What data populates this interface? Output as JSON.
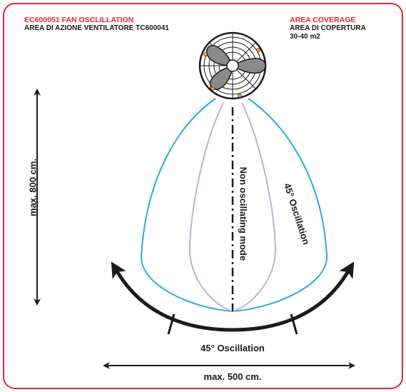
{
  "header_left": {
    "title": "EC600051 FAN OSCLILLATION",
    "subtitle": "AREA DI AZIONE VENTILATORE TC600041"
  },
  "header_right": {
    "title": "AREA COVERAGE",
    "subtitle": "AREA DI COPERTURA",
    "value": "30-40 m2"
  },
  "labels": {
    "max_depth": "max. 800 cm.",
    "max_width": "max. 500 cm.",
    "non_oscillating": "Non oscillating mode",
    "oscillation_side": "45° Oscillation",
    "oscillation_bottom": "45° Oscillation"
  },
  "colors": {
    "frame": "#e8262e",
    "accent_red": "#e8262e",
    "wide_area": "#29aae1",
    "narrow_area": "#b8b4d6",
    "fan_blades": "#8a8a8a",
    "lines": "#1a1a1a"
  },
  "icons": {
    "fan": "fan-icon",
    "arrows": "double-headed-arrow"
  }
}
